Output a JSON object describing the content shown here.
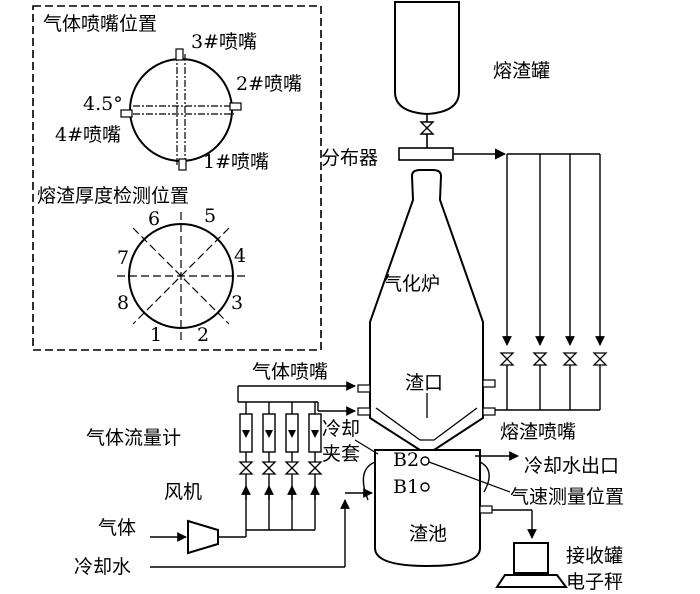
{
  "inset": {
    "nozzle_title": "气体喷嘴位置",
    "nozzles": [
      "3#喷嘴",
      "2#喷嘴",
      "4#喷嘴",
      "1#喷嘴"
    ],
    "angle": "4.5°",
    "thickness_title": "熔渣厚度检测位置",
    "points": [
      "6",
      "5",
      "7",
      "4",
      "8",
      "3",
      "1",
      "2"
    ]
  },
  "labels": {
    "slag_tank": "熔渣罐",
    "distributor": "分布器",
    "gasifier": "气化炉",
    "gas_nozzle": "气体喷嘴",
    "slag_port": "渣口",
    "gas_flowmeter": "气体流量计",
    "cooling_jacket_1": "冷却",
    "cooling_jacket_2": "夹套",
    "slag_nozzle": "熔渣喷嘴",
    "cooling_water_out": "冷却水出口",
    "b2": "B2",
    "b1": "B1",
    "fan": "风机",
    "gas_measure": "气速测量位置",
    "gas_in": "气体",
    "slag_pool": "渣池",
    "receiver_1": "接收罐",
    "receiver_2": "电子秤",
    "cooling_water": "冷却水"
  },
  "colors": {
    "line": "#000000",
    "background": "#ffffff"
  }
}
